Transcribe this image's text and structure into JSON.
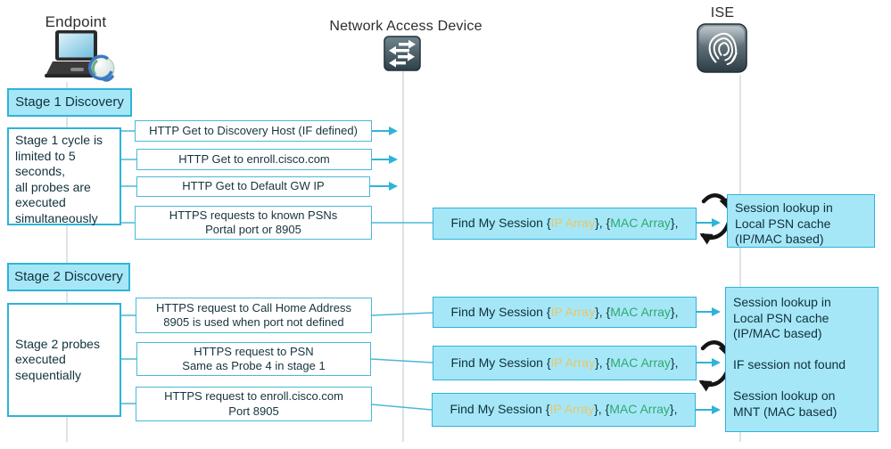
{
  "actors": {
    "endpoint": "Endpoint",
    "nad": "Network Access Device",
    "ise": "ISE"
  },
  "stage1": {
    "title": "Stage 1 Discovery",
    "note": "Stage 1 cycle is\nlimited to 5\nseconds,\nall probes are\nexecuted\nsimultaneously",
    "probes": [
      "HTTP Get to Discovery Host (IF defined)",
      "HTTP Get to enroll.cisco.com",
      "HTTP Get to Default GW IP",
      "HTTPS requests to known PSNs\nPortal port or 8905"
    ],
    "lookup": "Session lookup in\nLocal PSN cache\n(IP/MAC based)"
  },
  "stage2": {
    "title": "Stage 2 Discovery",
    "note": "Stage 2 probes\nexecuted\nsequentially",
    "probes": [
      "HTTPS request to Call Home Address\n8905 is used when port not defined",
      "HTTPS request to PSN\nSame as Probe 4 in stage 1",
      "HTTPS request to enroll.cisco.com\nPort 8905"
    ],
    "lookup": "Session lookup in\nLocal PSN cache\n(IP/MAC based)\n\nIF session not found\n\nSession lookup on\nMNT (MAC based)"
  },
  "message": {
    "prefix": "Find My Session {",
    "ip_array": "IP Array",
    "separator": "}, {",
    "mac_array": "MAC Array",
    "suffix": "},"
  },
  "colors": {
    "box_fill": "#a6e7f7",
    "box_border": "#2fb3d9",
    "arrow": "#2fb3d9",
    "loop_arrow": "#151515",
    "ip_array_text": "#e9c568",
    "mac_array_text": "#2fa96f",
    "lifeline": "#dde4e7"
  }
}
